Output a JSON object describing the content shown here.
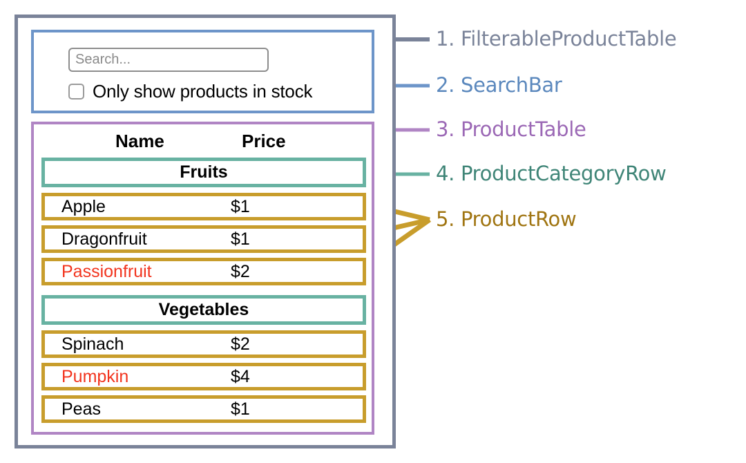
{
  "diagram": {
    "title_hidden": "",
    "colors": {
      "filterable_product_table": "#7a8399",
      "search_bar": "#6d95c9",
      "product_table": "#b085c4",
      "product_category_row": "#68b2a2",
      "product_row": "#c89d2c",
      "out_of_stock_text": "#f2341e",
      "text": "#000000",
      "placeholder": "#8a8a8a"
    },
    "callouts": [
      {
        "number": "1.",
        "name": "FilterableProductTable",
        "color": "#7a8399"
      },
      {
        "number": "2.",
        "name": "SearchBar",
        "color": "#6d95c9"
      },
      {
        "number": "3.",
        "name": "ProductTable",
        "color": "#b085c4"
      },
      {
        "number": "4.",
        "name": "ProductCategoryRow",
        "color": "#4c9182"
      },
      {
        "number": "5.",
        "name": "ProductRow",
        "color": "#a87c16"
      }
    ]
  },
  "search_bar": {
    "search_placeholder": "Search...",
    "search_value": "",
    "checkbox_label": "Only show products in stock",
    "checkbox_checked": false,
    "checkbox_icon": "unchecked-square-icon"
  },
  "product_table": {
    "columns": [
      "Name",
      "Price"
    ],
    "groups": [
      {
        "category": "Fruits",
        "products": [
          {
            "name": "Apple",
            "price": "$1",
            "stocked": true
          },
          {
            "name": "Dragonfruit",
            "price": "$1",
            "stocked": true
          },
          {
            "name": "Passionfruit",
            "price": "$2",
            "stocked": false
          }
        ]
      },
      {
        "category": "Vegetables",
        "products": [
          {
            "name": "Spinach",
            "price": "$2",
            "stocked": true
          },
          {
            "name": "Pumpkin",
            "price": "$4",
            "stocked": false
          },
          {
            "name": "Peas",
            "price": "$1",
            "stocked": true
          }
        ]
      }
    ]
  }
}
